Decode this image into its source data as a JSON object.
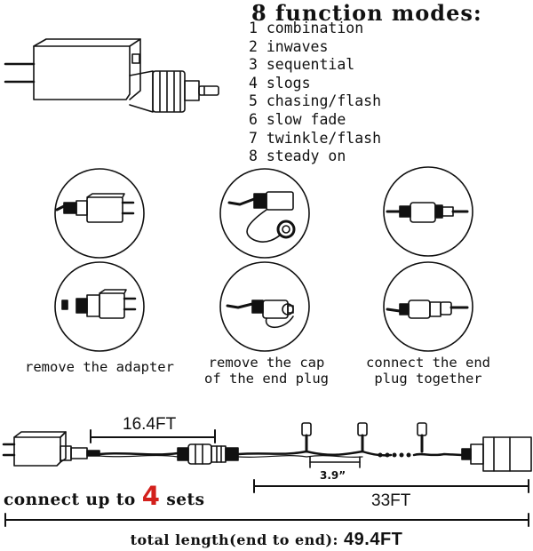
{
  "modes": {
    "title": "8 function modes:",
    "items": [
      "1 combination",
      "2 inwaves",
      "3 sequential",
      "4 slogs",
      "5 chasing/flash",
      "6 slow fade",
      "7 twinkle/flash",
      "8 steady on"
    ]
  },
  "steps": [
    {
      "line1": "remove the adapter",
      "line2": ""
    },
    {
      "line1": "remove the cap",
      "line2": "of the end plug"
    },
    {
      "line1": "connect the end",
      "line2": "plug together"
    }
  ],
  "connect": {
    "prefix": "connect up to",
    "number": "4",
    "suffix": "sets"
  },
  "dimensions": {
    "lead_length": "16.4FT",
    "bulb_spacing": "3.9”",
    "string_length": "33FT",
    "total_label": "total length(end to end):",
    "total_value": "49.4FT"
  },
  "colors": {
    "accent_red": "#d3201c",
    "line": "#111111"
  }
}
